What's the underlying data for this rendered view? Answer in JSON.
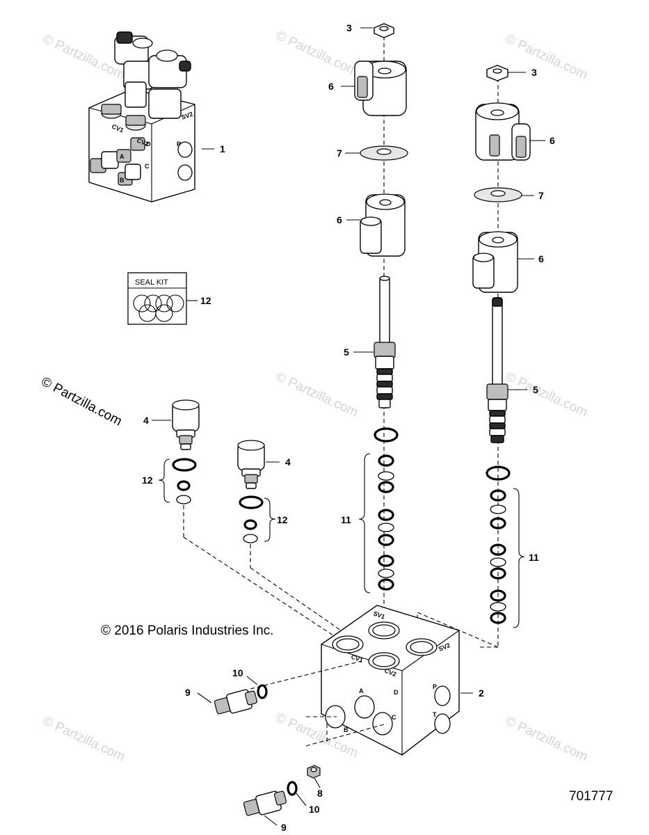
{
  "watermark": "© Partzilla.com",
  "copyright": "© 2016 Polaris Industries Inc.",
  "diagram_id": "701777",
  "seal_kit_label": "SEAL KIT",
  "callouts": {
    "c1": "1",
    "c2": "2",
    "c3a": "3",
    "c3b": "3",
    "c4a": "4",
    "c4b": "4",
    "c5a": "5",
    "c5b": "5",
    "c6a": "6",
    "c6b": "6",
    "c6c": "6",
    "c6d": "6",
    "c7a": "7",
    "c7b": "7",
    "c8": "8",
    "c9a": "9",
    "c9b": "9",
    "c10a": "10",
    "c10b": "10",
    "c11a": "11",
    "c11b": "11",
    "c12a": "12",
    "c12b": "12",
    "c12c": "12"
  },
  "port_marks": {
    "sv1": "SV1",
    "sv2": "SV2",
    "cv1": "CV1",
    "cv2": "CV2",
    "a": "A",
    "b": "B",
    "c": "C",
    "d": "D",
    "p": "P",
    "t": "T"
  }
}
